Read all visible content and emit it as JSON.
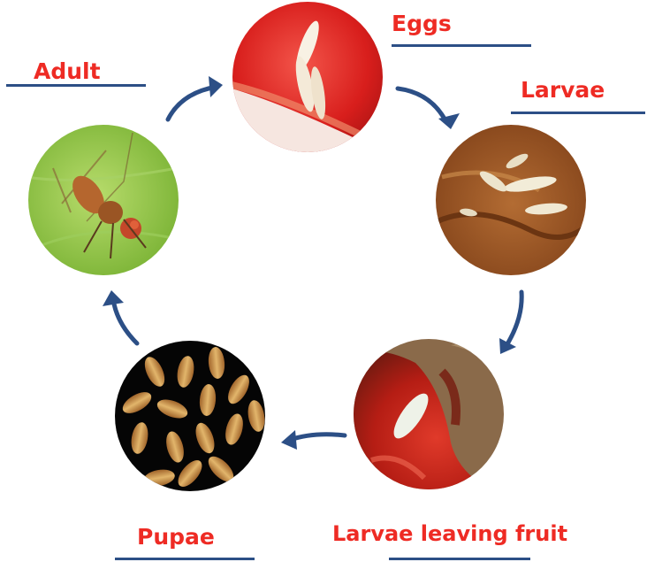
{
  "diagram": {
    "stages": [
      {
        "id": "eggs",
        "label": "Eggs",
        "image": "eggs-on-red-fruit-photo"
      },
      {
        "id": "larvae",
        "label": "Larvae",
        "image": "larvae-in-fruit-pulp-photo"
      },
      {
        "id": "larvae-leaving",
        "label": "Larvae leaving fruit",
        "image": "larva-exiting-fruit-photo"
      },
      {
        "id": "pupae",
        "label": "Pupae",
        "image": "pupae-on-black-photo"
      },
      {
        "id": "adult",
        "label": "Adult",
        "image": "adult-fly-on-leaf-photo"
      }
    ],
    "arrow_color": "#2c4f86",
    "label_color": "#ee2b24"
  }
}
